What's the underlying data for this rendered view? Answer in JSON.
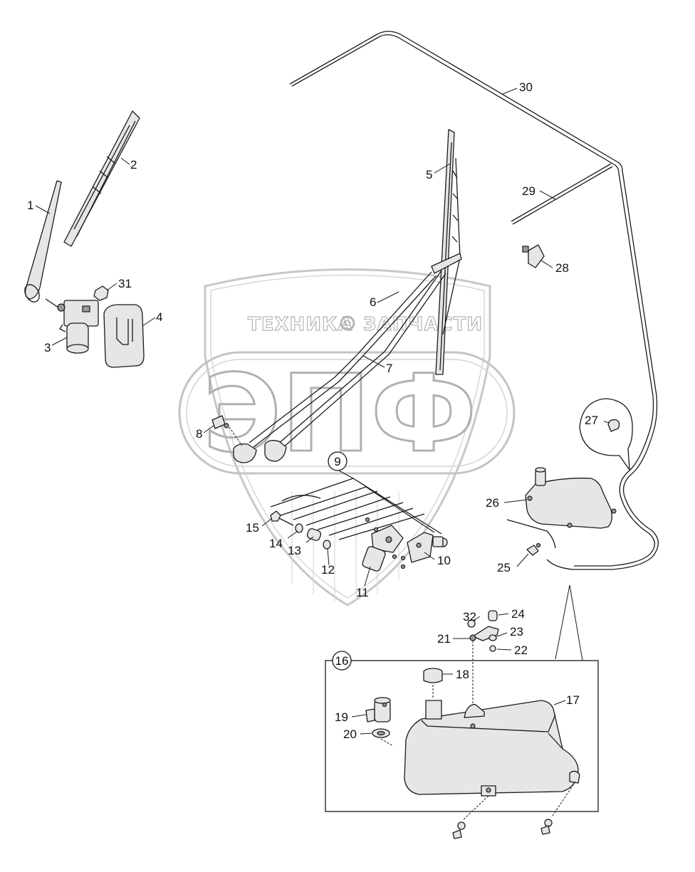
{
  "watermark": {
    "top_text_left": "ТЕХНИКА",
    "top_text_right": "ЗАПЧАСТИ",
    "logo": "ЭПФ"
  },
  "callouts": [
    {
      "id": "1",
      "text": "1"
    },
    {
      "id": "2",
      "text": "2"
    },
    {
      "id": "3",
      "text": "3"
    },
    {
      "id": "4",
      "text": "4"
    },
    {
      "id": "5",
      "text": "5"
    },
    {
      "id": "6",
      "text": "6"
    },
    {
      "id": "7",
      "text": "7"
    },
    {
      "id": "8",
      "text": "8"
    },
    {
      "id": "9",
      "text": "9"
    },
    {
      "id": "10",
      "text": "10"
    },
    {
      "id": "11",
      "text": "11"
    },
    {
      "id": "12",
      "text": "12"
    },
    {
      "id": "13",
      "text": "13"
    },
    {
      "id": "14",
      "text": "14"
    },
    {
      "id": "15",
      "text": "15"
    },
    {
      "id": "16",
      "text": "16"
    },
    {
      "id": "17",
      "text": "17"
    },
    {
      "id": "18",
      "text": "18"
    },
    {
      "id": "19",
      "text": "19"
    },
    {
      "id": "20",
      "text": "20"
    },
    {
      "id": "21",
      "text": "21"
    },
    {
      "id": "22",
      "text": "22"
    },
    {
      "id": "23",
      "text": "23"
    },
    {
      "id": "24",
      "text": "24"
    },
    {
      "id": "25",
      "text": "25"
    },
    {
      "id": "26",
      "text": "26"
    },
    {
      "id": "27",
      "text": "27"
    },
    {
      "id": "28",
      "text": "28"
    },
    {
      "id": "29",
      "text": "29"
    },
    {
      "id": "30",
      "text": "30"
    },
    {
      "id": "31",
      "text": "31"
    },
    {
      "id": "32",
      "text": "32"
    }
  ]
}
